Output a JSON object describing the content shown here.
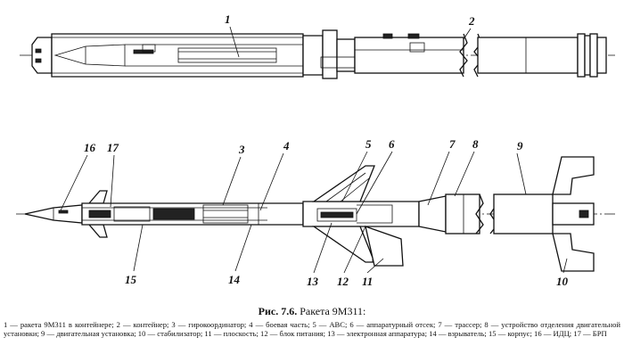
{
  "figure": {
    "label": "Рис. 7.6.",
    "title": "Ракета 9М311:"
  },
  "callouts": [
    "1",
    "2",
    "3",
    "4",
    "5",
    "6",
    "7",
    "8",
    "9",
    "10",
    "11",
    "12",
    "13",
    "14",
    "15",
    "16",
    "17"
  ],
  "legend_text": "1 — ракета 9М311 в контейнере; 2 — контейнер; 3 — гирокоординатор; 4 — боевая часть; 5 — АВС; 6 — аппаратурный отсек; 7 — трассер; 8 — устройство отделения двигательной установки; 9 — двигательная установка; 10 — стабилизатор; 11 — плоскость; 12 — блок питания; 13 — электронная аппаратура; 14 — взрыватель; 15 — корпус; 16 — ИДЦ; 17 — БРП"
}
